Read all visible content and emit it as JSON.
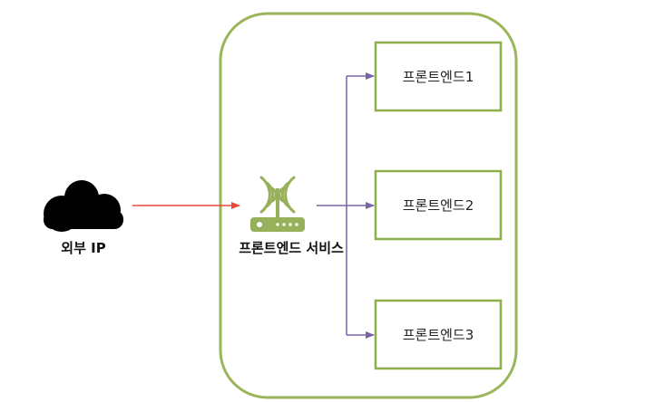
{
  "external": {
    "label": "외부 IP",
    "icon": "cloud-icon"
  },
  "service": {
    "label": "프론트엔드 서비스",
    "icon": "router-icon"
  },
  "frontends": [
    {
      "label": "프론트엔드1"
    },
    {
      "label": "프론트엔드2"
    },
    {
      "label": "프론트엔드3"
    }
  ],
  "colors": {
    "container_border": "#9bb55a",
    "frontend_border": "#8caf4a",
    "router": "#96b159",
    "external_arrow": "#e84a3a",
    "fanout_arrow": "#7a63a6",
    "cloud": "#000000"
  }
}
